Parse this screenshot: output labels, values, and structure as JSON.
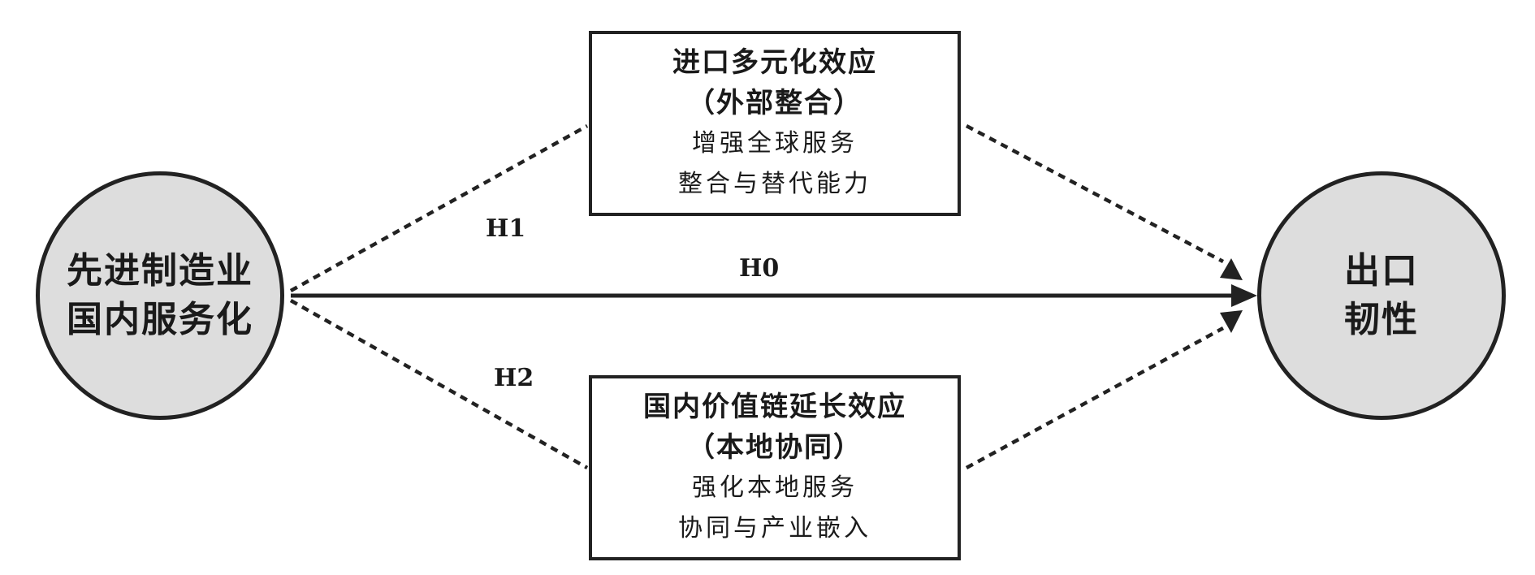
{
  "nodes": {
    "source": {
      "lines": [
        "先进制造业",
        "国内服务化"
      ]
    },
    "target": {
      "lines": [
        "出口",
        "韧性"
      ]
    },
    "mediator_top": {
      "title": "进口多元化效应",
      "subtitle": "（外部整合）",
      "desc": [
        "增强全球服务",
        "整合与替代能力"
      ]
    },
    "mediator_bottom": {
      "title": "国内价值链延长效应",
      "subtitle": "（本地协同）",
      "desc": [
        "强化本地服务",
        "协同与产业嵌入"
      ]
    }
  },
  "edges": {
    "h0": {
      "label": "H0",
      "style": "solid"
    },
    "h1": {
      "label": "H1",
      "style": "dashed"
    },
    "h2": {
      "label": "H2",
      "style": "dashed"
    }
  },
  "colors": {
    "stroke": "#222222",
    "circle_fill": "#dddddd",
    "box_fill": "#ffffff"
  }
}
